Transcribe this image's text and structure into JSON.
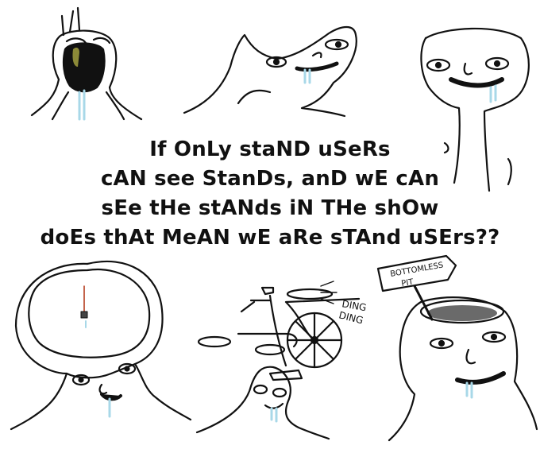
{
  "caption": {
    "line1": "If OnLy staND uSeRs",
    "line2": "cAN see StanDs, anD wE cAn",
    "line3": "sEe tHe stANds iN THe shOw",
    "line4": "doEs thAt MeAN wE aRe sTAnd uSErs??"
  },
  "panel5": {
    "sound1": "DING",
    "sound2": "DING"
  },
  "panel6": {
    "sign_line1": "BOTTOMLESS",
    "sign_line2": "PIT"
  },
  "colors": {
    "ink": "#111111",
    "drool": "#a8d8e8",
    "pit": "#6a6a6a"
  }
}
